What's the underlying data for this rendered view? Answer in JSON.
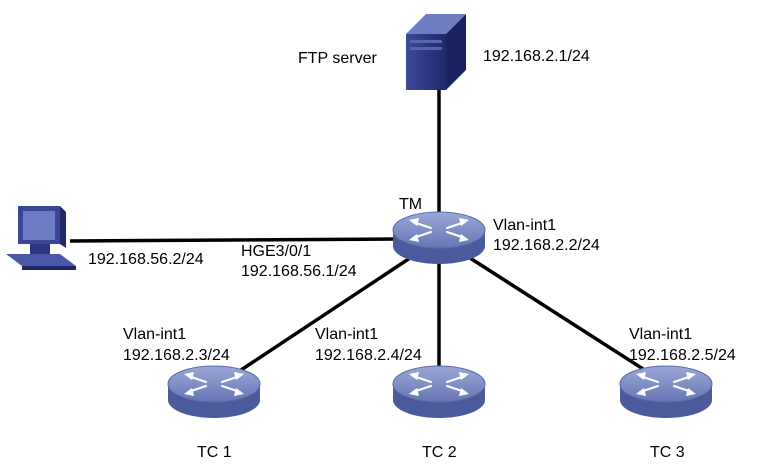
{
  "nodes": {
    "ftp_server": {
      "label": "FTP server",
      "ip": "192.168.2.1/24",
      "icon": "server-icon"
    },
    "pc": {
      "ip": "192.168.56.2/24",
      "icon": "pc-icon"
    },
    "tm": {
      "label": "TM",
      "icon": "switch-icon",
      "vlan_iface": "Vlan-int1",
      "vlan_ip": "192.168.2.2/24",
      "mgmt_iface": "HGE3/0/1",
      "mgmt_ip": "192.168.56.1/24"
    },
    "tc1": {
      "label": "TC 1",
      "iface": "Vlan-int1",
      "ip": "192.168.2.3/24",
      "icon": "switch-icon"
    },
    "tc2": {
      "label": "TC 2",
      "iface": "Vlan-int1",
      "ip": "192.168.2.4/24",
      "icon": "switch-icon"
    },
    "tc3": {
      "label": "TC 3",
      "iface": "Vlan-int1",
      "ip": "192.168.2.5/24",
      "icon": "switch-icon"
    }
  },
  "links": [
    {
      "from": "ftp_server",
      "to": "tm"
    },
    {
      "from": "pc",
      "to": "tm"
    },
    {
      "from": "tm",
      "to": "tc1"
    },
    {
      "from": "tm",
      "to": "tc2"
    },
    {
      "from": "tm",
      "to": "tc3"
    }
  ],
  "colors": {
    "link": "#000000",
    "switch_top": "#7f8fc3",
    "switch_side": "#4f5f9f",
    "switch_arrow": "#ffffff",
    "server_body": "#2e3a86",
    "pc_body": "#3b4796"
  }
}
